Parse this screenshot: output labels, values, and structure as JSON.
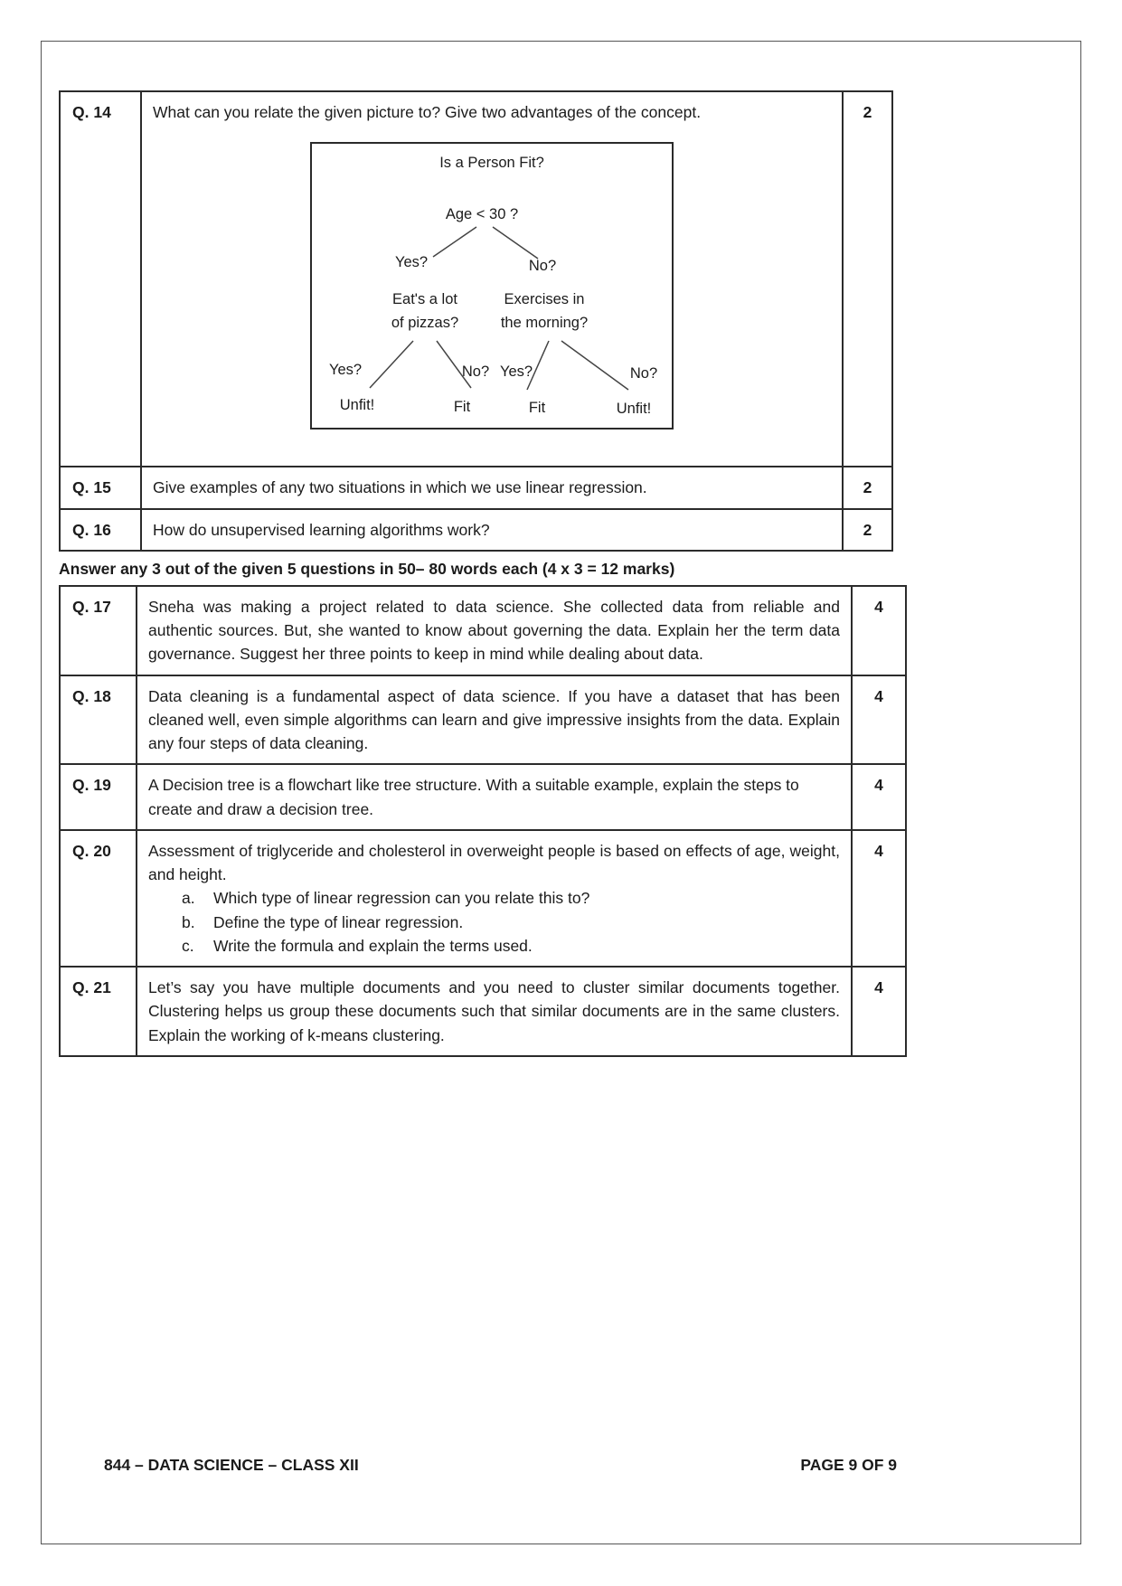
{
  "page": {
    "footer_left": "844 – DATA SCIENCE – CLASS XII",
    "footer_right": "PAGE 9 OF 9"
  },
  "section_heading": "Answer any 3 out of the given 5 questions in 50– 80 words each (4 x 3 = 12 marks)",
  "table1": {
    "rows": [
      {
        "qno": "Q. 14",
        "text": "What can you relate the given picture to? Give two advantages of the concept.",
        "marks": "2"
      },
      {
        "qno": "Q. 15",
        "text": "Give examples of any two situations in which we use linear regression.",
        "marks": "2"
      },
      {
        "qno": "Q. 16",
        "text": "How do unsupervised learning algorithms work?",
        "marks": "2"
      }
    ]
  },
  "diagram": {
    "title": "Is a Person Fit?",
    "root": "Age < 30 ?",
    "branch_left": "Yes?",
    "branch_right": "No?",
    "left_q1": "Eat's a lot",
    "left_q2": "of pizzas?",
    "right_q1": "Exercises in",
    "right_q2": "the morning?",
    "ll": "Yes?",
    "lr": "No?",
    "rl": "Yes?",
    "rr": "No?",
    "leaf_ll": "Unfit!",
    "leaf_lr": "Fit",
    "leaf_rl": "Fit",
    "leaf_rr": "Unfit!"
  },
  "table2": {
    "rows": [
      {
        "qno": "Q. 17",
        "text": "Sneha was making a project related to data science. She collected data from reliable and authentic sources. But, she wanted to know about governing the data. Explain her the term data governance. Suggest her three points to keep in mind while dealing about data.",
        "marks": "4"
      },
      {
        "qno": "Q. 18",
        "text": "Data cleaning is a fundamental aspect of data science. If you have a dataset that has been cleaned well, even simple algorithms can learn and give impressive insights from the data. Explain any four steps of data cleaning.",
        "marks": "4"
      },
      {
        "qno": "Q. 19",
        "text": "A Decision tree is a flowchart like tree structure. With a suitable example, explain the steps to create and draw a decision tree.",
        "marks": "4"
      },
      {
        "qno": "Q. 20",
        "text": "Assessment of triglyceride and cholesterol in overweight people is based on effects of age, weight, and height.",
        "marks": "4",
        "sub_markers": [
          "a.",
          "b.",
          "c."
        ],
        "sub": [
          "Which type of linear regression can you relate this to?",
          "Define the type of linear regression.",
          "Write the formula and explain the terms used."
        ]
      },
      {
        "qno": "Q. 21",
        "text": "Let’s say you have multiple documents and you need to cluster similar documents together. Clustering helps us group these documents such that similar documents are in the same clusters. Explain the working of k-means clustering.",
        "marks": "4"
      }
    ]
  }
}
